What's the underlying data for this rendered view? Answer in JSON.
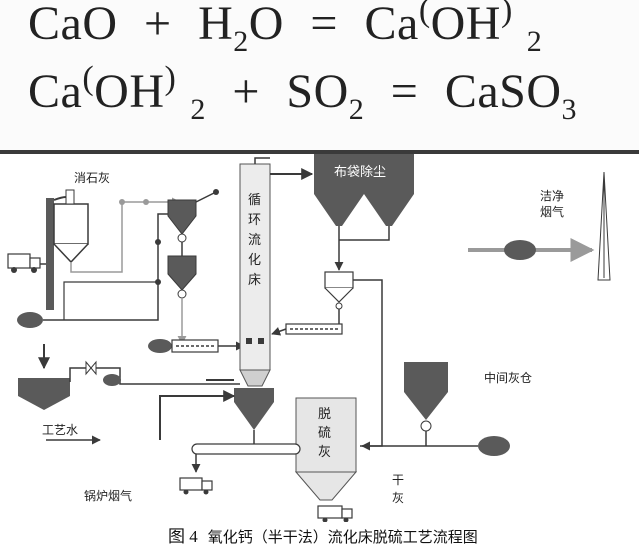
{
  "equations": {
    "eq1": {
      "t1": "CaO",
      "t2": "+",
      "t3": "H",
      "t4": "2",
      "t5": "O",
      "t6": "=",
      "t7": "Ca",
      "t8": "(",
      "t9": "OH",
      "t10": ")",
      "t11": "2"
    },
    "eq2": {
      "t1": "Ca",
      "t2": "(",
      "t3": "OH",
      "t4": ")",
      "t5": "2",
      "t6": "+",
      "t7": "SO",
      "t8": "2",
      "t9": "=",
      "t10": "CaSO",
      "t11": "3"
    }
  },
  "labels": {
    "lime": "消石灰",
    "cfb_1": "循",
    "cfb_2": "环",
    "cfb_3": "流",
    "cfb_4": "化",
    "cfb_5": "床",
    "baghouse": "布袋除尘",
    "clean_flue_1": "洁净",
    "clean_flue_2": "烟气",
    "mid_ash_silo": "中间灰仓",
    "desulf_ash_1": "脱",
    "desulf_ash_2": "硫",
    "desulf_ash_3": "灰",
    "dry_ash_1": "干",
    "dry_ash_2": "灰",
    "process_water": "工艺水",
    "boiler_flue": "锅炉烟气"
  },
  "caption": {
    "fig": "图 4",
    "text": "氧化钙（半干法）流化床脱硫工艺流程图"
  },
  "colors": {
    "line": "#3a3a3a",
    "light_line": "#9a9a9a",
    "equipment_fill": "#5a5a5a",
    "column_fill": "#ececec"
  }
}
